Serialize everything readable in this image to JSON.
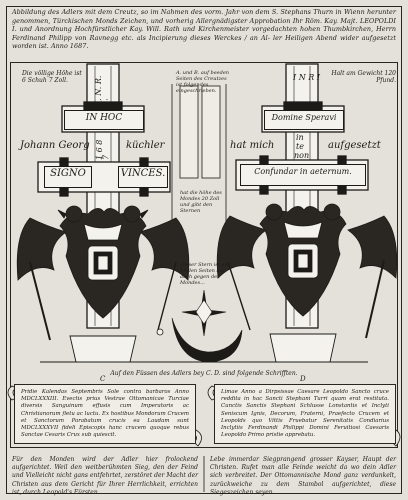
{
  "header": {
    "text": "Abbildung des Adlers mit dem Creutz, so im Nahmen des vorm. Jahr von dem S. Stephans Thurn in Wienn herunter genommen, Türckischen Monds Zeichen, und vorherig Allergnädigster Approbation Ihr Röm. Kay. Majt. LEOPOLDI I. und Anordnung Hochfürstlicher Kay. Will. Rath und Kirchenmeister vorgedachten hohen Thumbkirchen, Herrn Ferdinand Philipp von Ravnegg etc. als Incipierung dieses Werckes / an Al- ler Heiligen Abend wider aufgesetzt worden ist. Anno 1687."
  },
  "left_cross": {
    "note_top": "Die völlige Höhe ist 6 Schuh 7 Zoll.",
    "inri": "I. N. R. I.",
    "in_hoc": "IN HOC",
    "signo": "SIGNO",
    "vinces": "VINCES.",
    "vertical_digits": "1 6 8 7"
  },
  "right_cross": {
    "note_top": "Halt am Gewicht 120 Pfund.",
    "inri": "I N R I",
    "domine": "Domine Speravi",
    "in": "in",
    "te": "te",
    "non": "non",
    "confundar": "Confundar in aeternum."
  },
  "names": {
    "left": "Johann Georg",
    "middle": "küchler",
    "right1": "hat mich",
    "right2": "aufgesetzt"
  },
  "center_note": "A. und B. auf beeden Seiten des Creutzes ist folgendes eingeschrieben.",
  "center_scroll": "hat die höhe des Mondes 20 Zoll und gibt den Sternen",
  "moon_note": "Dieser Stern ist an beiden Seiten als auch gegen des Mondes...",
  "caption": "Auf den Füssen des Adlers bey C. D. sind folgende Schrifften.",
  "scroll_left": {
    "letter": "C",
    "text": "Pridie Kalendas Septembris Sole contra barbaros Anno MDCLXXXIII. Evectis prius Vestrae Ottomanicae Turciae diversis Sanguinum effusis cum Imperatoris ac Christianorum fletu ac luctu. Ex hostibus Mondorum Crucem et Sanctorum Parabatum crucis ea Laudam sunt MDCLXXXVII fideli Episcopis hanc crucem quoque rebus Sanctae Cesaris Crux sub quiescit."
  },
  "scroll_right": {
    "letter": "D",
    "text": "Limae Anno a Dirpsissae Caesare Leopoldo Sancto cruce reddita in hac Sancti Stephani Turri quam erat restituta. Cunctis Sanctis Stephani Schlusse Lonstantis et Inclyti Seniscum Ignis, Decorum, Fraterni, Praefecto Crucem et Leopolds quo Vittis Fruebatur Serenitatis Condiarius Inclytiis Ferdinandi Philippi Domini Feruitiosi Caesaris Leopoldo Primo pristie apprebatu."
  },
  "footer_left": "Für den Monden wird der Adler hier frolockend aufgerichtet. Weil den weitberühmten Sieg, den der Feind und Vielleicht nicht gans entfehrtet, zerstöret der Macht der Christen aus dem Gericht für Ihrer Herrlichkeit, errichten ist, durch Leopold's Fürsten.",
  "footer_right": "Lebe immerdar Siegprangend grosser Kayser, Haupt der Christen. Rufet man alle Feinde weicht da wo dein Adler sich verbreitet. Der Ottomannische Mond ganz verdunkelt, zurückweiche zu dem Stambol aufgerichtet, diese Siegeszeichen seyen."
}
